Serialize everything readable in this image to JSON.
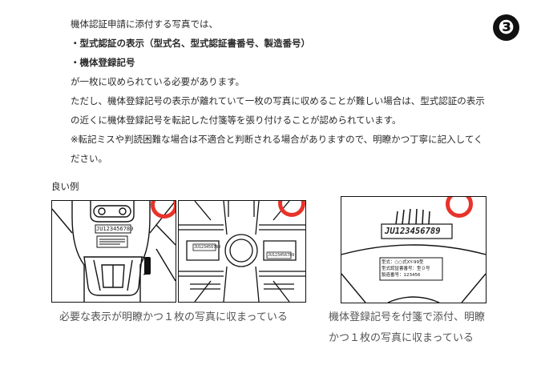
{
  "page": {
    "badge": "❸",
    "lines": [
      "機体認証申請に添付する写真では、",
      "・型式認証の表示（型式名、型式認証書番号、製造番号）",
      "・機体登録記号",
      "が一枚に収められている必要があります。",
      "ただし、機体登録記号の表示が離れていて一枚の写真に収めることが難しい場合は、型式認証の表示",
      "の近くに機体登録記号を転記した付箋等を張り付けることが認められています。",
      "※転記ミスや判読困難な場合は不適合と判断される場合がありますので、明瞭かつ丁寧に記入してく",
      "ださい。"
    ],
    "example_label": "良い例"
  },
  "examples": {
    "left_caption": "必要な表示が明瞭かつ１枚の写真に収まっている",
    "right_caption_1": "機体登録記号を付箋で添付、明瞭",
    "right_caption_2": "かつ１枚の写真に収まっている"
  },
  "photo_text": {
    "reg_number": "JU123456789",
    "tag_1": "JU123456789",
    "tag_2": "JU123456789",
    "label_line_1": "型式：○○式XY-99型",
    "label_line_2": "型式認証書番号：型０号",
    "label_line_3": "製造番号：123456"
  },
  "colors": {
    "highlight_ring": "#e8332a",
    "badge": "#111111"
  }
}
